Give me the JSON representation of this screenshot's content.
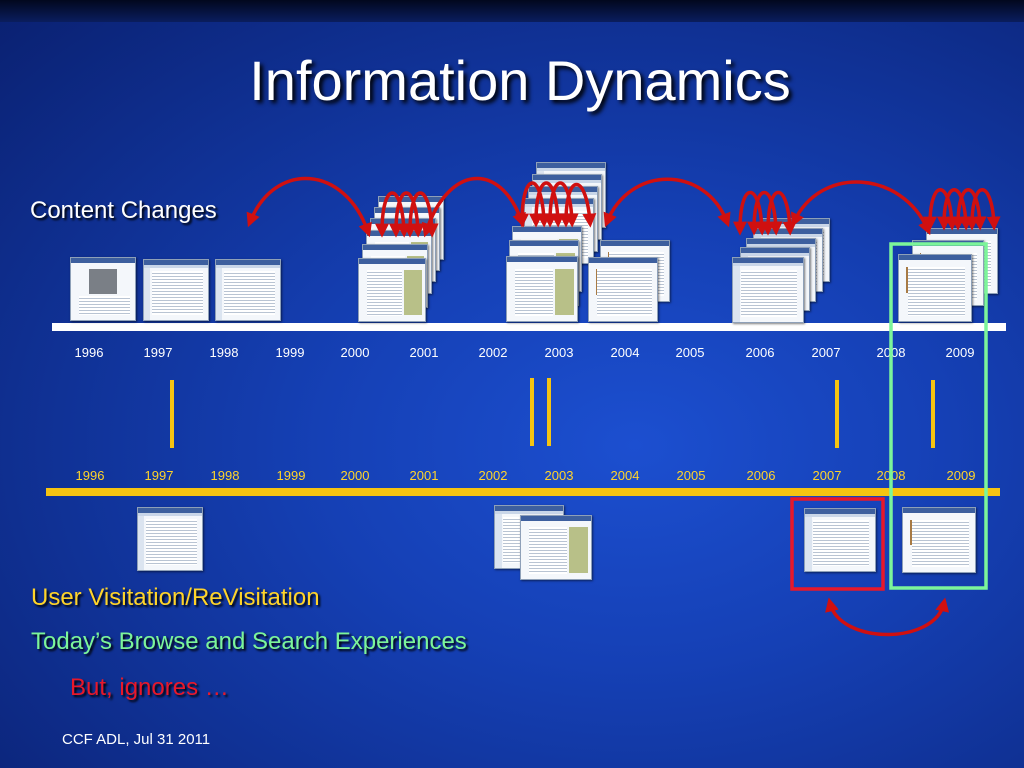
{
  "title": "Information Dynamics",
  "content_label": "Content Changes",
  "user_label": "User Visitation/ReVisitation",
  "browse_label": "Today’s Browse and Search Experiences",
  "ignores_label": "But, ignores …",
  "footer": "CCF ADL, Jul 31 2011",
  "years": [
    "1996",
    "1997",
    "1998",
    "1999",
    "2000",
    "2001",
    "2002",
    "2003",
    "2004",
    "2005",
    "2006",
    "2007",
    "2008",
    "2009"
  ],
  "colors": {
    "background": "#1540b5",
    "timeline_top": "#ffffff",
    "timeline_bottom": "#f6c411",
    "change_arrows": "#d01010",
    "browse_box": "#7cf59a",
    "ignore_box": "#e8182a",
    "user_label": "#ffd42a"
  }
}
